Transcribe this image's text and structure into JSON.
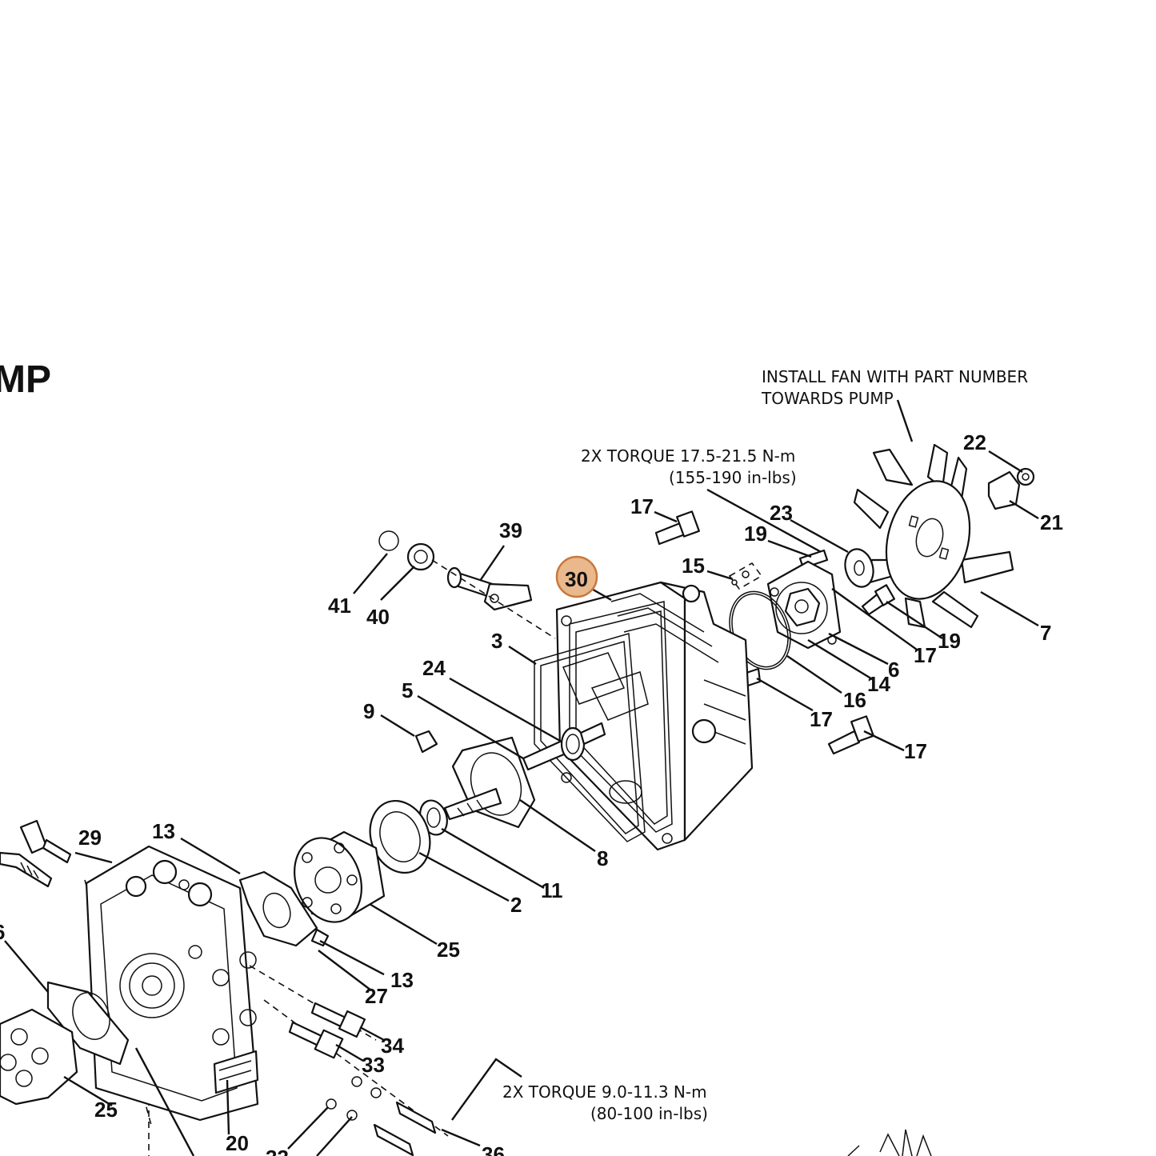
{
  "title": "MP",
  "notes": {
    "fan_line1": "INSTALL FAN WITH PART NUMBER",
    "fan_line2": "TOWARDS PUMP",
    "torque1_line1": "2X TORQUE 17.5-21.5 N-m",
    "torque1_line2": "(155-190 in-lbs)",
    "torque2_line1": "2X TORQUE 9.0-11.3 N-m",
    "torque2_line2": "(80-100 in-lbs)"
  },
  "highlight": {
    "label": "30",
    "color": "#e9b88c",
    "stroke": "#c8783a"
  },
  "callouts": [
    "22",
    "21",
    "17",
    "23",
    "19",
    "15",
    "39",
    "41",
    "40",
    "7",
    "19",
    "17",
    "6",
    "14",
    "16",
    "17",
    "17",
    "3",
    "24",
    "5",
    "9",
    "8",
    "11",
    "2",
    "25",
    "13",
    "29",
    "13",
    "27",
    "34",
    "33",
    "25",
    "20",
    "36",
    "6",
    "33"
  ]
}
